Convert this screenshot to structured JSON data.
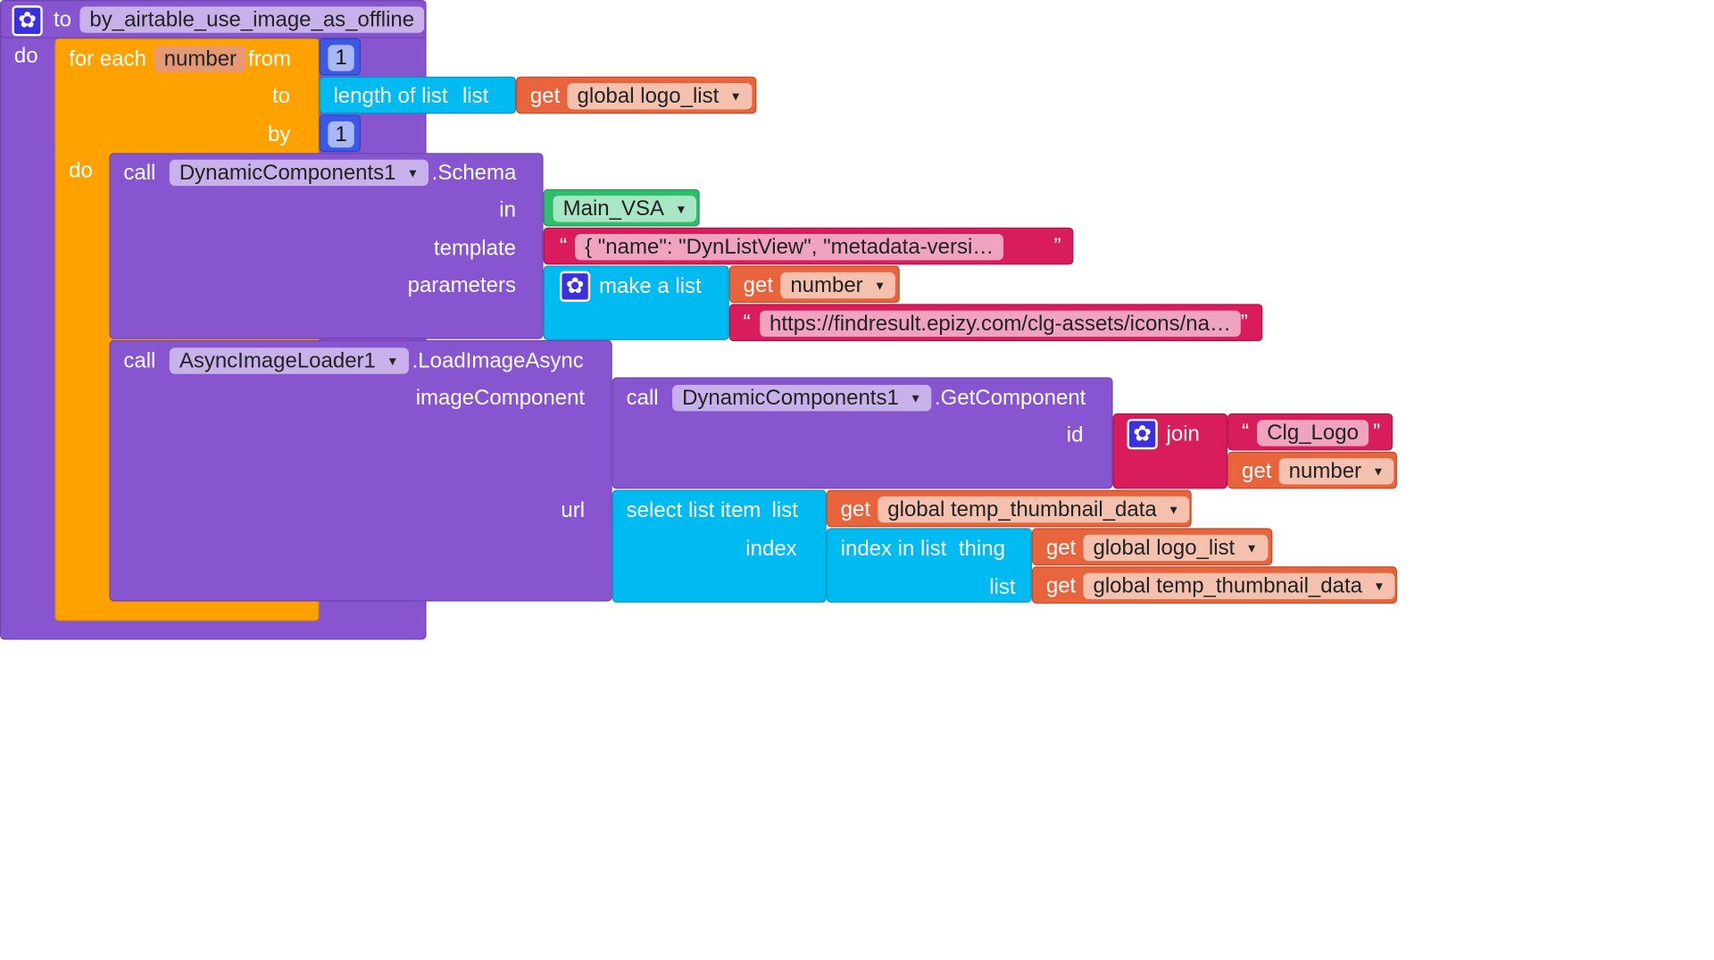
{
  "procedure": {
    "keyword_to": "to",
    "name": "by_airtable_use_image_as_offline",
    "keyword_do": "do"
  },
  "for_each": {
    "label_for_each": "for each",
    "variable": "number",
    "label_from": "from",
    "from_value": "1",
    "label_to": "to",
    "label_by": "by",
    "by_value": "1",
    "label_do": "do"
  },
  "length_of_list": {
    "label": "length of list",
    "label_list": "list",
    "get_label": "get",
    "get_var": "global logo_list"
  },
  "schema_call": {
    "call_label": "call",
    "component": "DynamicComponents1",
    "method": ".Schema",
    "label_in": "in",
    "in_component": "Main_VSA",
    "label_template": "template",
    "template_text": "{       \"name\": \"DynListView\",       \"metadata-versi…",
    "label_parameters": "parameters",
    "make_list_label": "make a list",
    "get_label": "get",
    "get_var": "number",
    "url_text": "https://findresult.epizy.com/clg-assets/icons/na…"
  },
  "load_call": {
    "call_label": "call",
    "component": "AsyncImageLoader1",
    "method": ".LoadImageAsync",
    "label_image_component": "imageComponent",
    "get_component": {
      "call_label": "call",
      "component": "DynamicComponents1",
      "method": ".GetComponent",
      "label_id": "id",
      "join_label": "join",
      "join_text": "Clg_Logo",
      "get_label": "get",
      "get_var": "number"
    },
    "label_url": "url",
    "select_item": {
      "label": "select list item",
      "label_list": "list",
      "get_label": "get",
      "get_var": "global temp_thumbnail_data",
      "label_index": "index",
      "index_in_list": {
        "label": "index in list",
        "label_thing": "thing",
        "thing_get_label": "get",
        "thing_var": "global logo_list",
        "label_list": "list",
        "list_get_label": "get",
        "list_var": "global temp_thumbnail_data"
      }
    }
  },
  "quote_open": "“",
  "quote_close": "”",
  "icons": {
    "gear": "gear-icon",
    "caret": "dropdown-caret-icon"
  }
}
